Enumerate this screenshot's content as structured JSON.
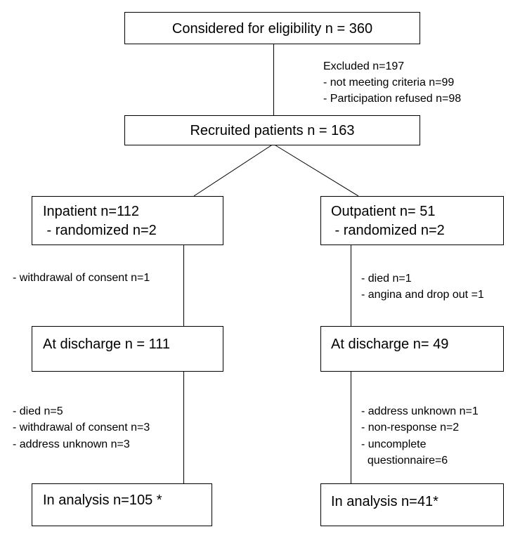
{
  "top": {
    "label": "Considered for eligibility n = 360"
  },
  "excluded": {
    "lines": [
      "Excluded n=197",
      "- not meeting criteria n=99",
      "- Participation refused n=98"
    ]
  },
  "recruited": {
    "label": "Recruited patients n = 163"
  },
  "inpatient": {
    "title": "Inpatient n=112",
    "sub": " - randomized n=2",
    "loss1": [
      "- withdrawal of consent n=1"
    ],
    "discharge": "At discharge n = 111",
    "loss2": [
      "- died n=5",
      "- withdrawal of consent n=3",
      "- address unknown n=3"
    ],
    "analysis": "In analysis n=105 *"
  },
  "outpatient": {
    "title": "Outpatient n= 51",
    "sub": " - randomized n=2",
    "loss1": [
      "- died n=1",
      "- angina and drop out =1"
    ],
    "discharge": "At discharge n= 49",
    "loss2": [
      "- address unknown n=1",
      "- non-response n=2",
      "- uncomplete",
      "  questionnaire=6"
    ],
    "analysis": "In analysis n=41*"
  }
}
